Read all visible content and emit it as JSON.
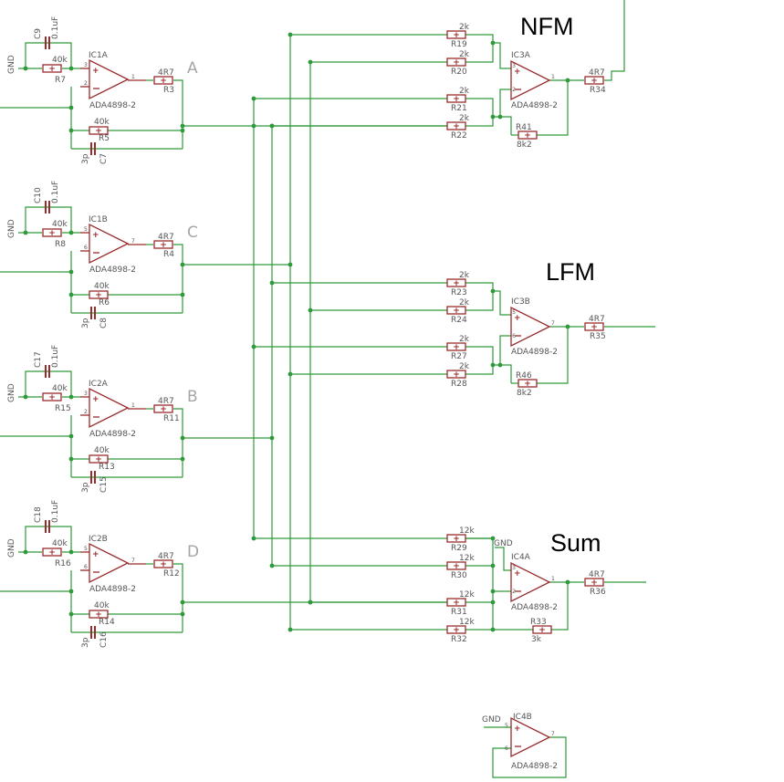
{
  "section_labels": {
    "nfm": "NFM",
    "lfm": "LFM",
    "sum": "Sum"
  },
  "channels": [
    {
      "id": "a",
      "letter": "A",
      "ic": "IC1A",
      "ic_model": "ADA4898-2",
      "pin_plus": "3",
      "pin_minus": "2",
      "pin_out": "1",
      "c_top": "C9",
      "c_top_val": "0.1uF",
      "r_in": "R7",
      "r_in_val": "40k",
      "r_out": "R3",
      "r_out_val": "4R7",
      "r_fb": "R5",
      "r_fb_val": "40k",
      "c_fb": "C7",
      "c_fb_val": "3p",
      "gnd": "GND"
    },
    {
      "id": "c",
      "letter": "C",
      "ic": "IC1B",
      "ic_model": "ADA4898-2",
      "pin_plus": "5",
      "pin_minus": "6",
      "pin_out": "7",
      "c_top": "C10",
      "c_top_val": "0.1uF",
      "r_in": "R8",
      "r_in_val": "40k",
      "r_out": "R4",
      "r_out_val": "4R7",
      "r_fb": "R6",
      "r_fb_val": "40k",
      "c_fb": "C8",
      "c_fb_val": "3p",
      "gnd": "GND"
    },
    {
      "id": "b",
      "letter": "B",
      "ic": "IC2A",
      "ic_model": "ADA4898-2",
      "pin_plus": "3",
      "pin_minus": "2",
      "pin_out": "1",
      "c_top": "C17",
      "c_top_val": "0.1uF",
      "r_in": "R15",
      "r_in_val": "40k",
      "r_out": "R11",
      "r_out_val": "4R7",
      "r_fb": "R13",
      "r_fb_val": "40k",
      "c_fb": "C15",
      "c_fb_val": "3p",
      "gnd": "GND"
    },
    {
      "id": "d",
      "letter": "D",
      "ic": "IC2B",
      "ic_model": "ADA4898-2",
      "pin_plus": "5",
      "pin_minus": "6",
      "pin_out": "7",
      "c_top": "C18",
      "c_top_val": "0.1uF",
      "r_in": "R16",
      "r_in_val": "40k",
      "r_out": "R12",
      "r_out_val": "4R7",
      "r_fb": "R14",
      "r_fb_val": "40k",
      "c_fb": "C16",
      "c_fb_val": "3p",
      "gnd": "GND"
    }
  ],
  "mixers": [
    {
      "id": "nfm",
      "ic": "IC3A",
      "ic_model": "ADA4898-2",
      "pin_plus": "3",
      "pin_minus": "2",
      "pin_out": "1",
      "inputs": [
        {
          "ref": "R19",
          "val": "2k"
        },
        {
          "ref": "R20",
          "val": "2k"
        },
        {
          "ref": "R21",
          "val": "2k"
        },
        {
          "ref": "R22",
          "val": "2k"
        }
      ],
      "r_fb": "R41",
      "r_fb_val": "8k2",
      "r_out": "R34",
      "r_out_val": "4R7",
      "gnd": ""
    },
    {
      "id": "lfm",
      "ic": "IC3B",
      "ic_model": "ADA4898-2",
      "pin_plus": "5",
      "pin_minus": "6",
      "pin_out": "7",
      "inputs": [
        {
          "ref": "R23",
          "val": "2k"
        },
        {
          "ref": "R24",
          "val": "2k"
        },
        {
          "ref": "R27",
          "val": "2k"
        },
        {
          "ref": "R28",
          "val": "2k"
        }
      ],
      "r_fb": "R46",
      "r_fb_val": "8k2",
      "r_out": "R35",
      "r_out_val": "4R7",
      "gnd": ""
    },
    {
      "id": "sum",
      "ic": "IC4A",
      "ic_model": "ADA4898-2",
      "pin_plus": "3",
      "pin_minus": "2",
      "pin_out": "1",
      "inputs": [
        {
          "ref": "R29",
          "val": "12k"
        },
        {
          "ref": "R30",
          "val": "12k"
        },
        {
          "ref": "R31",
          "val": "12k"
        },
        {
          "ref": "R32",
          "val": "12k"
        }
      ],
      "r_fb": "R33",
      "r_fb_val": "3k",
      "r_out": "R36",
      "r_out_val": "4R7",
      "gnd": "GND"
    }
  ],
  "spare": {
    "ic": "IC4B",
    "ic_model": "ADA4898-2",
    "pin_plus": "5",
    "pin_minus": "6",
    "pin_out": "7",
    "gnd": "GND"
  },
  "colors": {
    "wire": "#2e9a3b",
    "component": "#9a2b2b",
    "label": "#555555",
    "channel_letter": "#a6a6a6",
    "section_label": "#000000"
  }
}
